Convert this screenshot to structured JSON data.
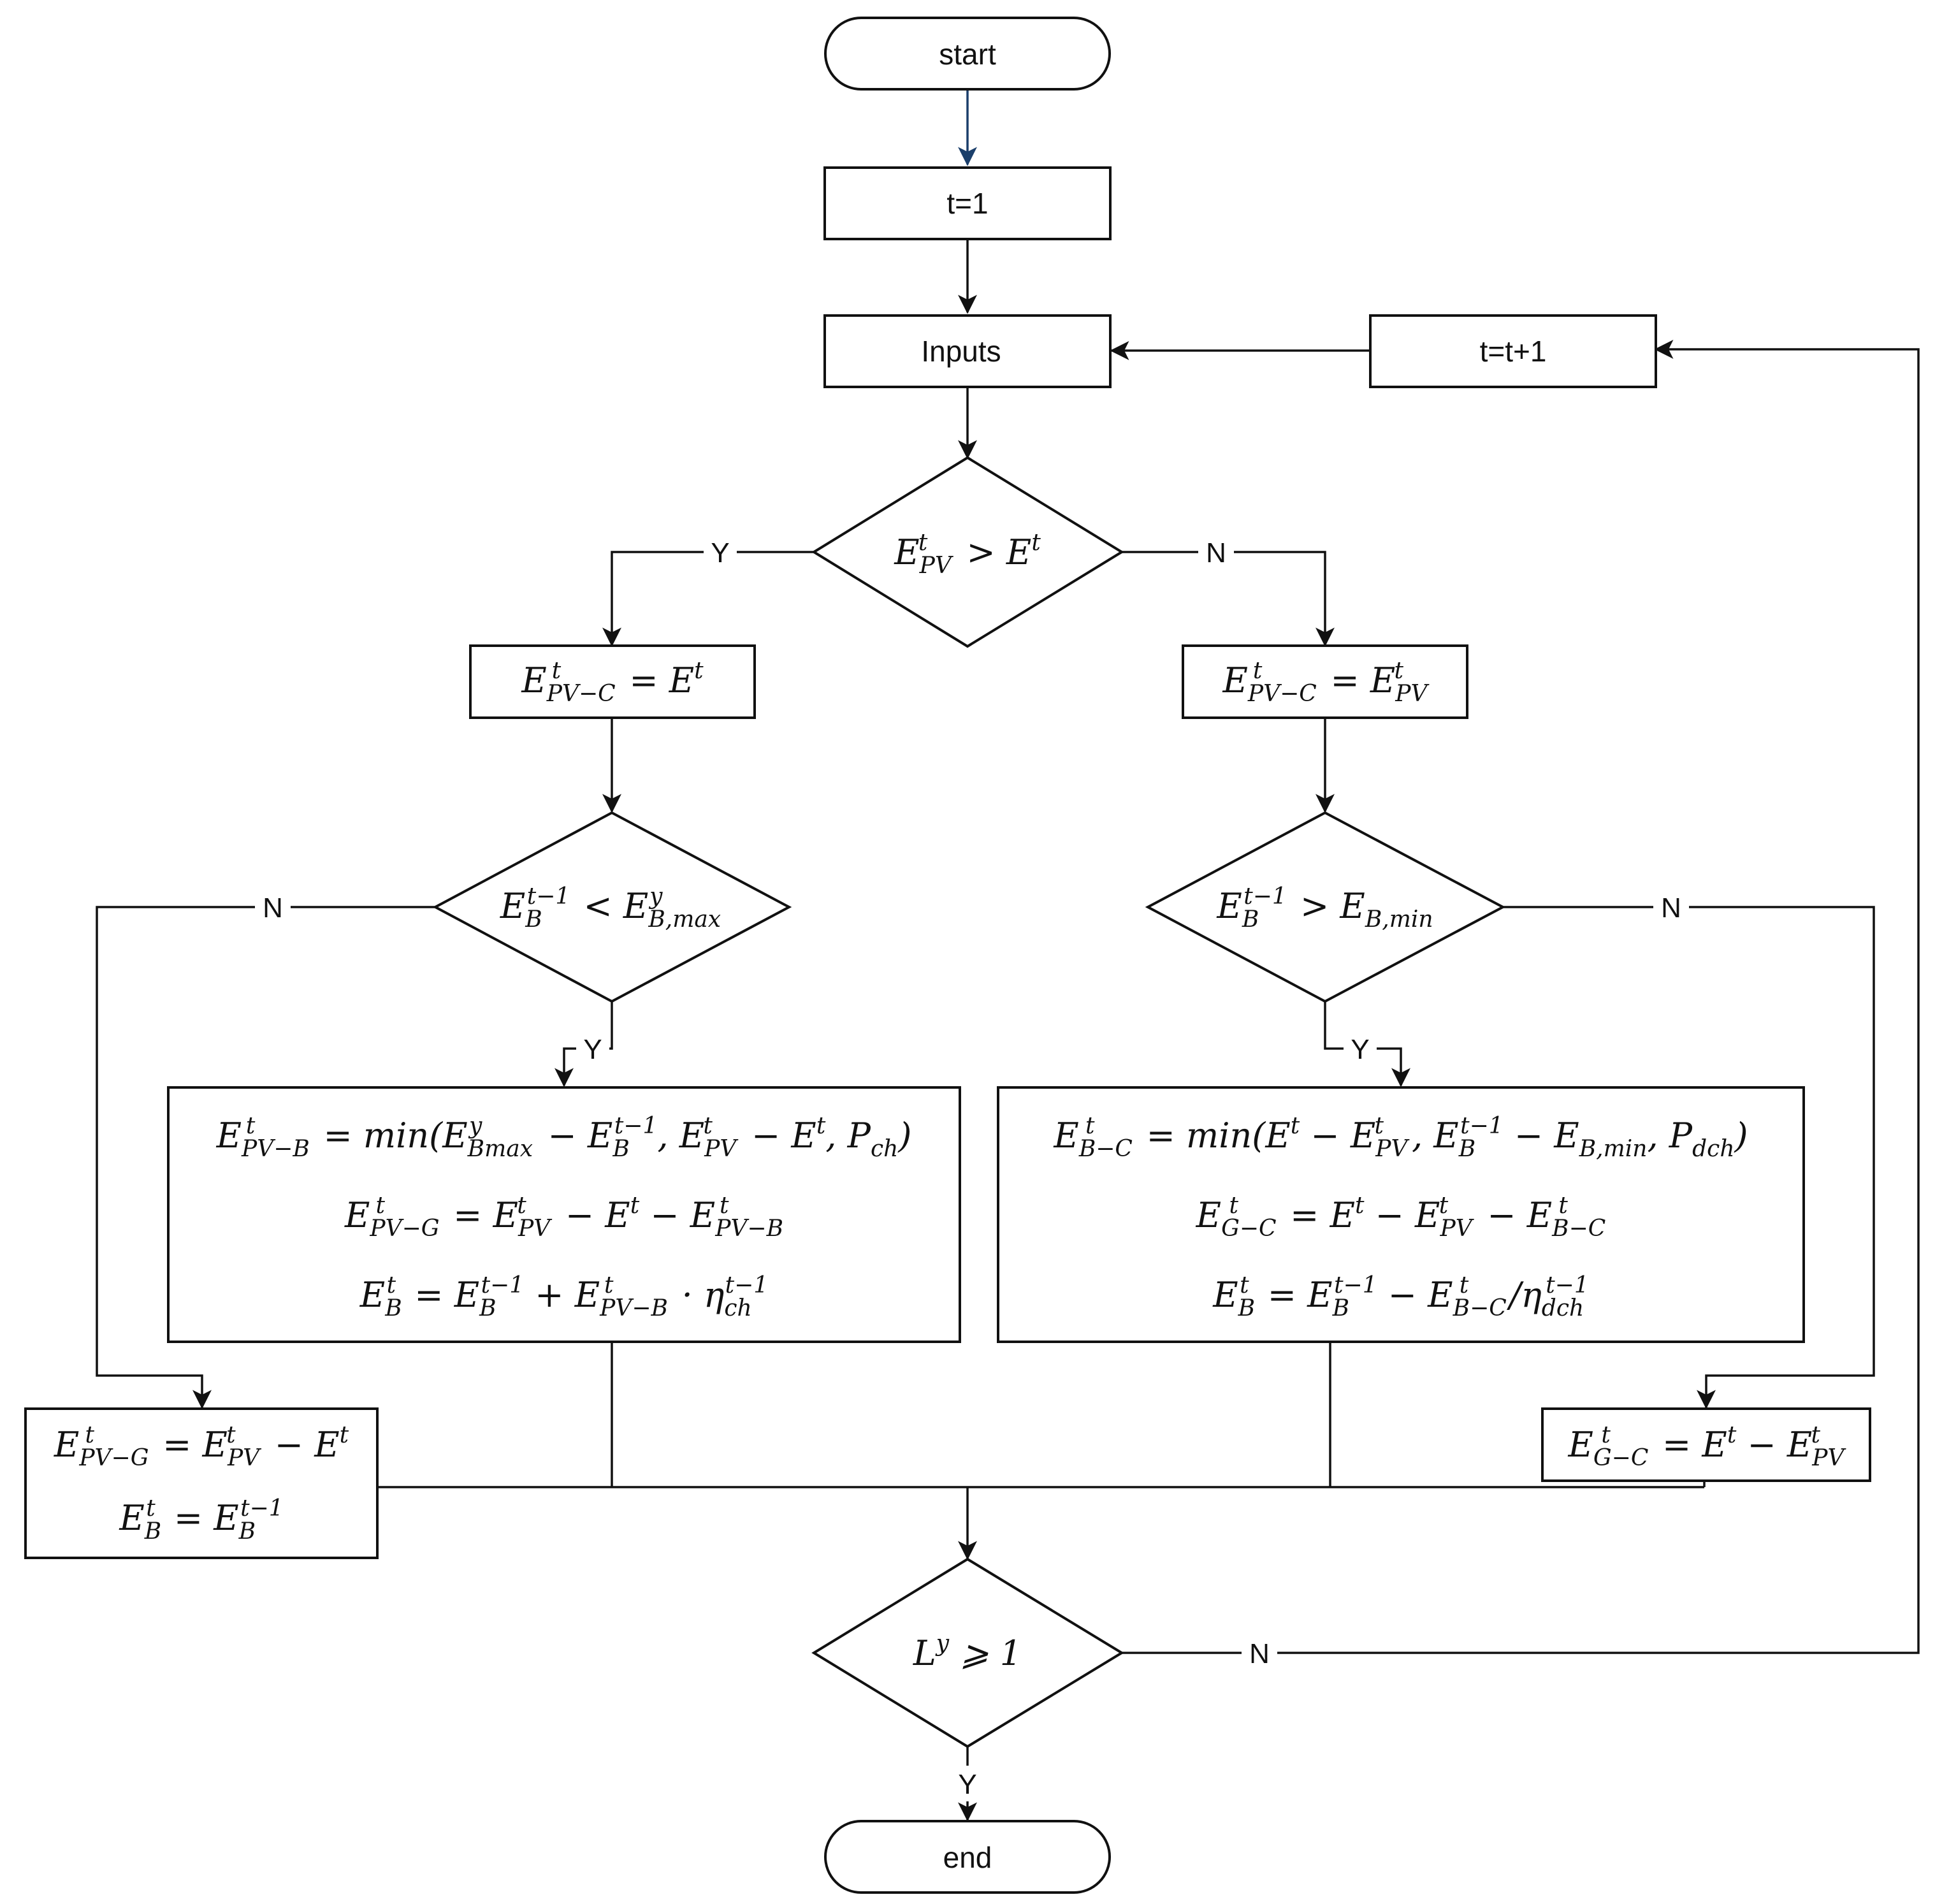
{
  "nodes": {
    "start": "start",
    "t_init": "t=1",
    "inputs": "Inputs",
    "t_inc": "t=t+1",
    "end": "end"
  },
  "edge_labels": {
    "yes": "Y",
    "no": "N"
  },
  "formulas": {
    "d1": "E_PV^t > E^t",
    "pvc_left": "E_PV-C^t = E^t",
    "pvc_right": "E_PV-C^t = E_PV^t",
    "d2": "E_B^t-1 < E_B,max^y",
    "d3": "E_B^t-1 > E_B,min",
    "charge_1": "E_PV-B^t = min(E_Bmax^y - E_B^t-1, E_PV^t - E^t, P_ch)",
    "charge_2": "E_PV-G^t = E_PV^t - E^t - E_PV-B^t",
    "charge_3": "E_B^t = E_B^t-1 + E_PV-B^t · η_ch^t-1",
    "discharge_1": "E_B-C^t = min(E^t - E_PV^t, E_B^t-1 - E_B,min, P_dch)",
    "discharge_2": "E_G-C^t = E^t - E_PV^t - E_B-C^t",
    "discharge_3": "E_B^t = E_B^t-1 - E_B-C^t / η_dch^t-1",
    "full_1": "E_PV-G^t = E_PV^t - E^t",
    "full_2": "E_B^t = E_B^t-1",
    "empty_1": "E_G-C^t = E^t - E_PV^t",
    "d4": "L^y ⩾ 1"
  }
}
